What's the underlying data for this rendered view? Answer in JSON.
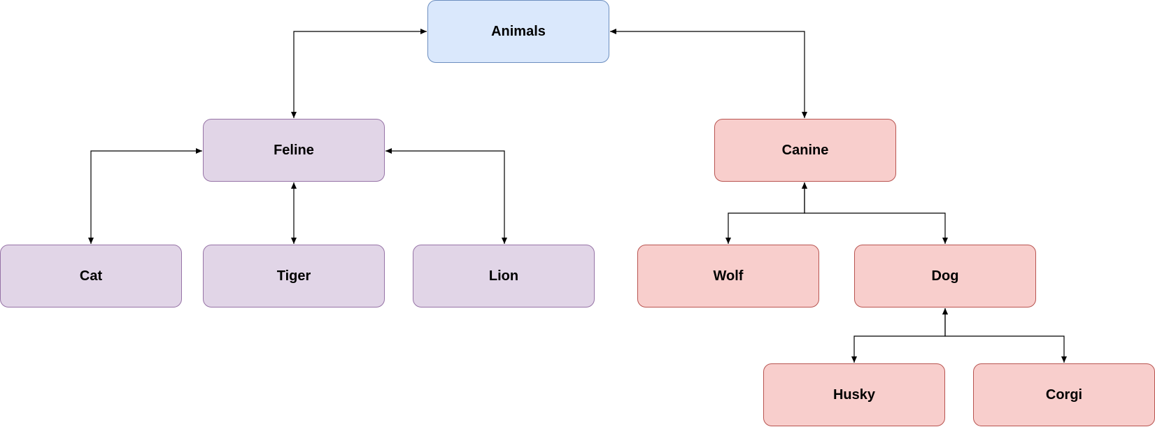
{
  "diagram": {
    "nodes": {
      "animals": {
        "label": "Animals",
        "color": "#dae8fc",
        "stroke": "#6c8ebf"
      },
      "feline": {
        "label": "Feline",
        "color": "#e1d5e7",
        "stroke": "#9673a6"
      },
      "canine": {
        "label": "Canine",
        "color": "#f8cecc",
        "stroke": "#b85450"
      },
      "cat": {
        "label": "Cat",
        "color": "#e1d5e7",
        "stroke": "#9673a6"
      },
      "tiger": {
        "label": "Tiger",
        "color": "#e1d5e7",
        "stroke": "#9673a6"
      },
      "lion": {
        "label": "Lion",
        "color": "#e1d5e7",
        "stroke": "#9673a6"
      },
      "wolf": {
        "label": "Wolf",
        "color": "#f8cecc",
        "stroke": "#b85450"
      },
      "dog": {
        "label": "Dog",
        "color": "#f8cecc",
        "stroke": "#b85450"
      },
      "husky": {
        "label": "Husky",
        "color": "#f8cecc",
        "stroke": "#b85450"
      },
      "corgi": {
        "label": "Corgi",
        "color": "#f8cecc",
        "stroke": "#b85450"
      }
    },
    "edges": [
      {
        "from": "animals",
        "to": "feline",
        "bidirectional": true
      },
      {
        "from": "animals",
        "to": "canine",
        "bidirectional": true
      },
      {
        "from": "feline",
        "to": "cat",
        "bidirectional": true
      },
      {
        "from": "feline",
        "to": "tiger",
        "bidirectional": true
      },
      {
        "from": "feline",
        "to": "lion",
        "bidirectional": true
      },
      {
        "from": "canine",
        "to": "wolf",
        "bidirectional": true
      },
      {
        "from": "canine",
        "to": "dog",
        "bidirectional": true
      },
      {
        "from": "dog",
        "to": "husky",
        "bidirectional": true
      },
      {
        "from": "dog",
        "to": "corgi",
        "bidirectional": true
      }
    ],
    "edge_color": "#000000"
  }
}
